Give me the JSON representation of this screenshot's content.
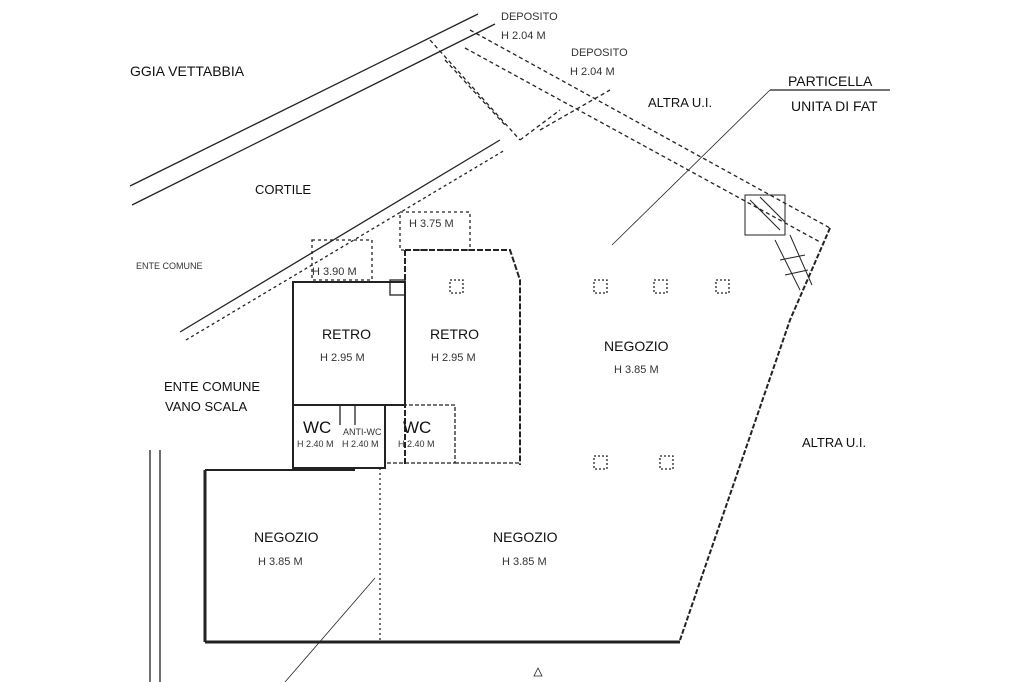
{
  "labels": {
    "street": "GGIA VETTABBIA",
    "cortile": "CORTILE",
    "deposito_1": "DEPOSITO",
    "deposito_1_h": "H 2.04 M",
    "deposito_2": "DEPOSITO",
    "deposito_2_h": "H 2.04 M",
    "altra_ui_top": "ALTRA U.I.",
    "altra_ui_right": "ALTRA U.I.",
    "particella": "PARTICELLA",
    "unita": "UNITA DI FAT",
    "ente_comune_small": "ENTE COMUNE",
    "ente_comune": "ENTE COMUNE",
    "vano_scala": "VANO SCALA",
    "h_375": "H 3.75 M",
    "h_390": "H 3.90 M"
  },
  "rooms": [
    {
      "name": "RETRO",
      "height": "H 2.95 M"
    },
    {
      "name": "RETRO",
      "height": "H 2.95 M"
    },
    {
      "name": "NEGOZIO",
      "height": "H 3.85 M"
    },
    {
      "name": "WC",
      "height": "H 2.40 M"
    },
    {
      "name": "ANTI-WC",
      "height": "H 2.40 M"
    },
    {
      "name": "WC",
      "height": "H 2.40 M"
    },
    {
      "name": "NEGOZIO",
      "height": "H 3.85 M"
    },
    {
      "name": "NEGOZIO",
      "height": "H 3.85 M"
    }
  ]
}
